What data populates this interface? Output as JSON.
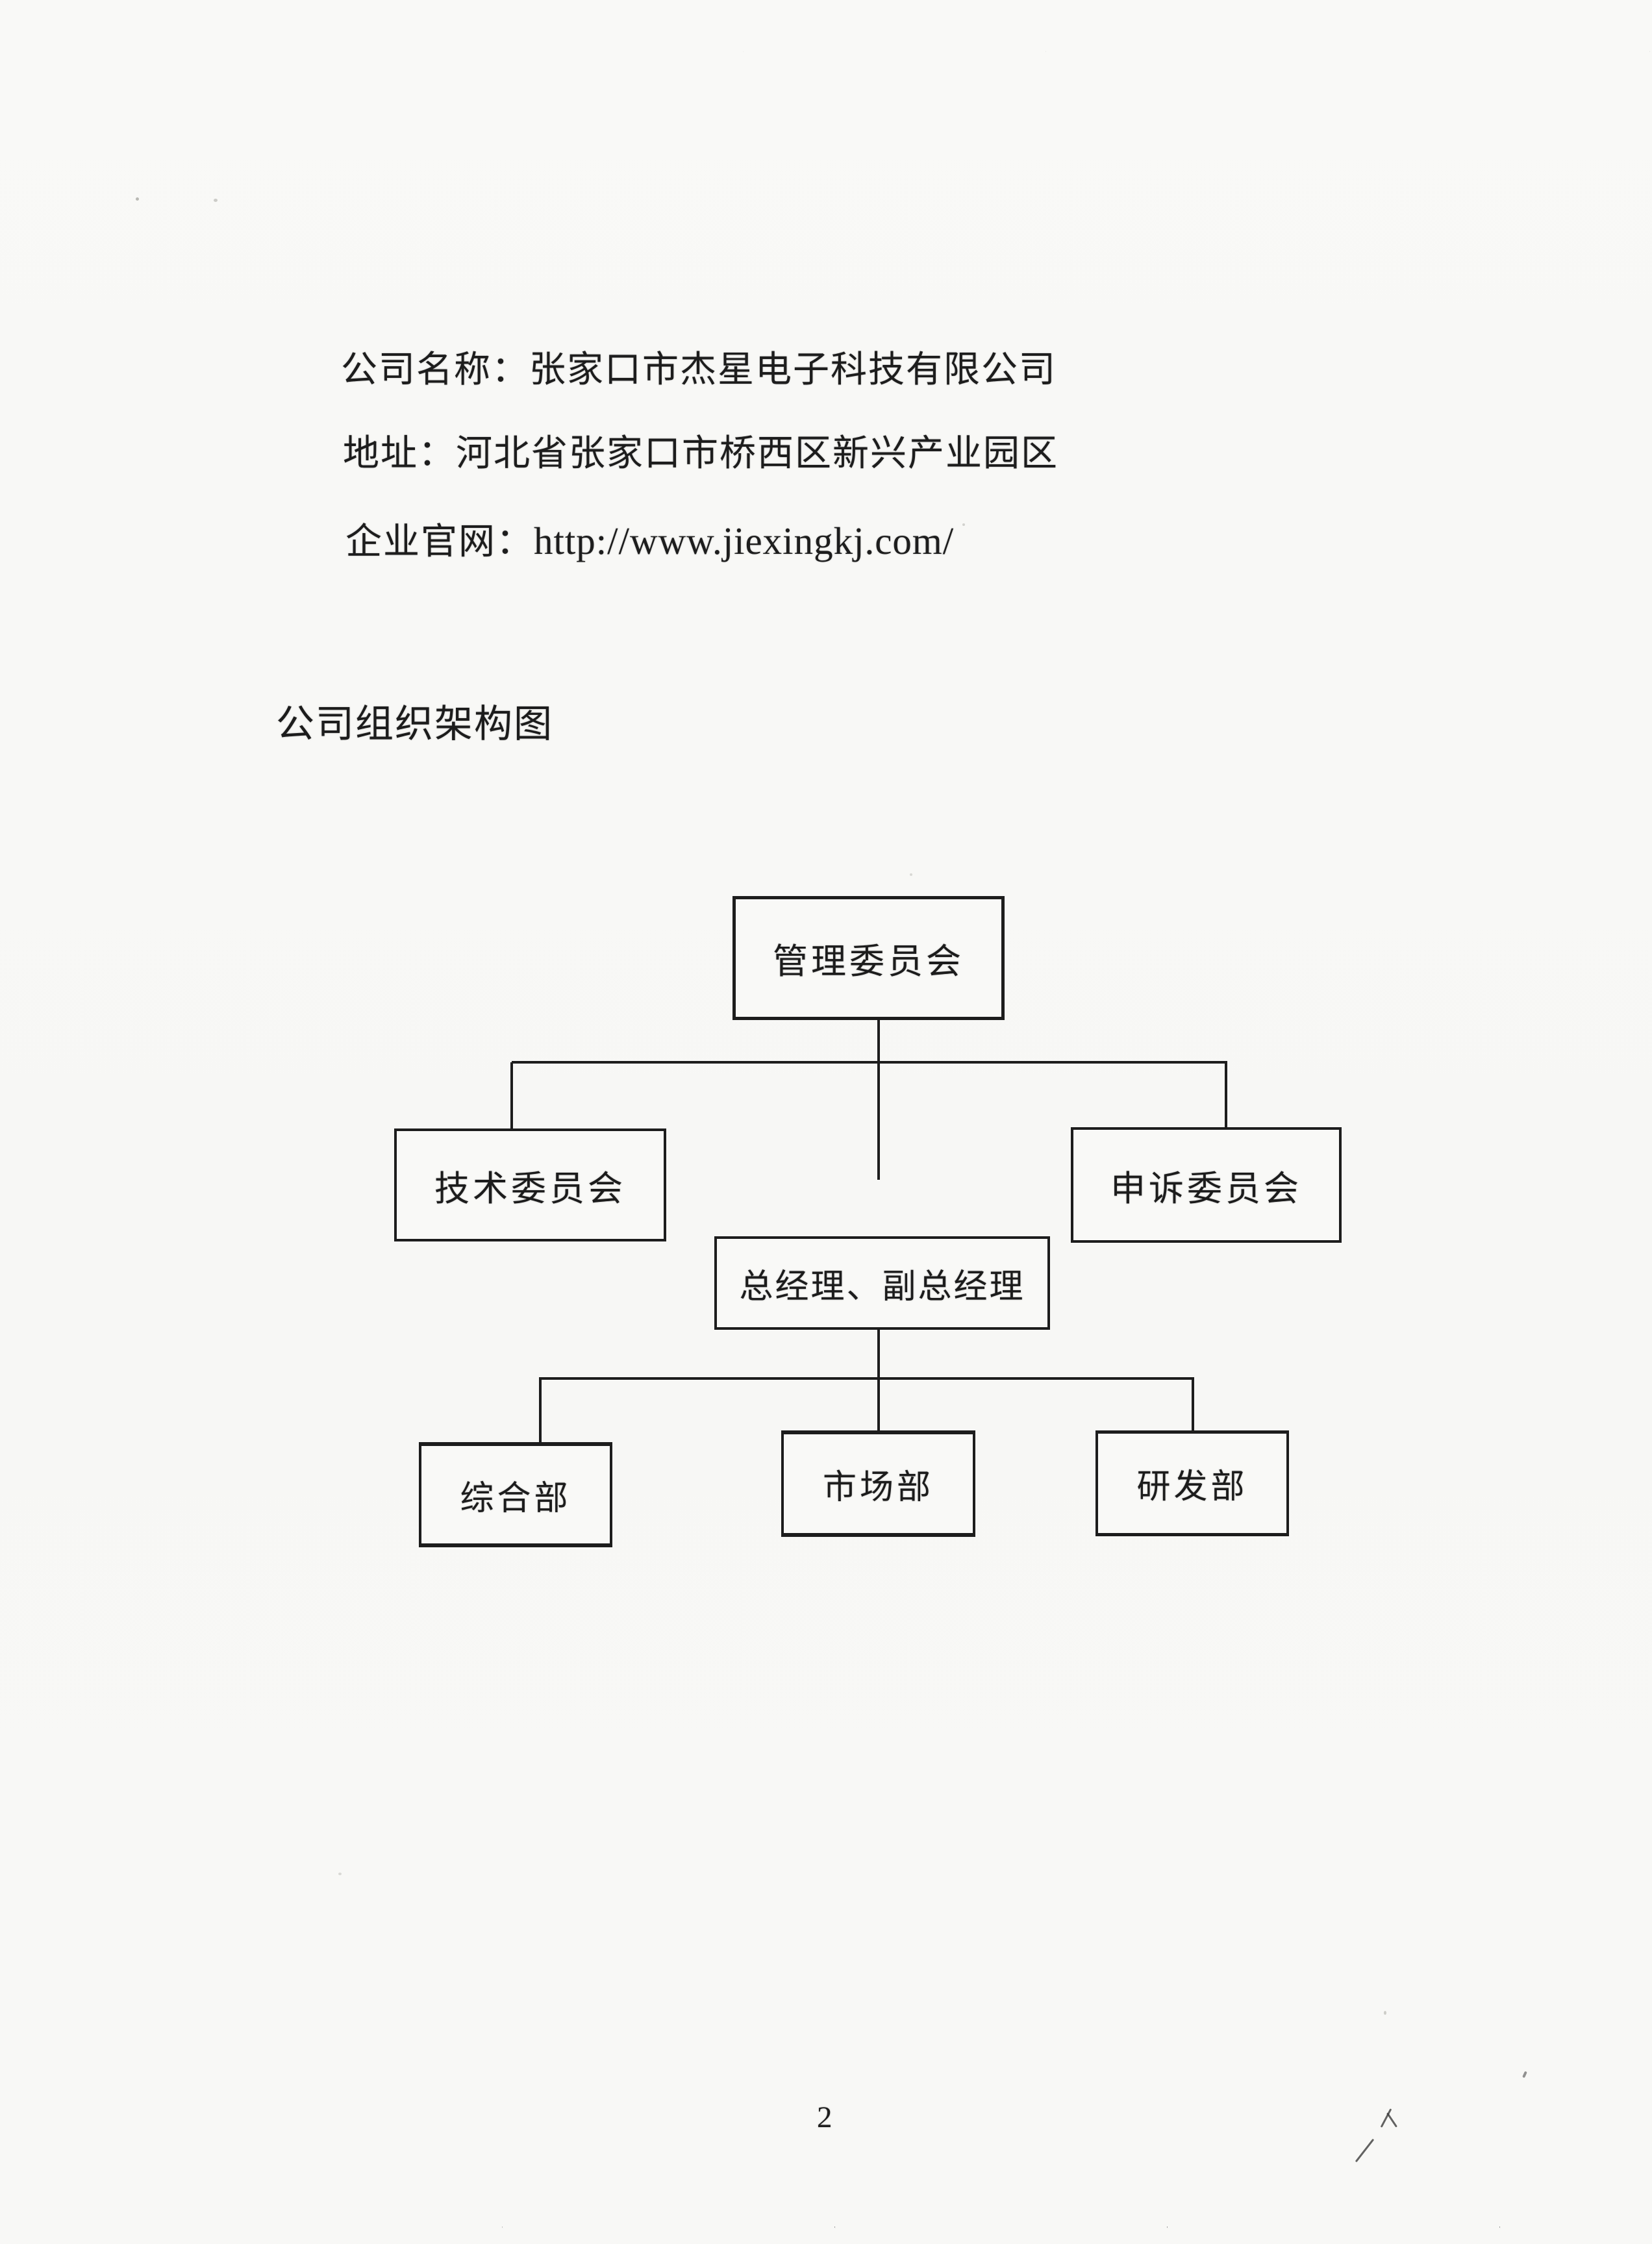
{
  "header_info": {
    "company_name_line": "公司名称：张家口市杰星电子科技有限公司",
    "address_line": "地址：河北省张家口市桥西区新兴产业园区",
    "website_label": "企业官网：",
    "website_url": "http://www.jiexingkj.com/"
  },
  "section_title": "公司组织架构图",
  "org_chart": {
    "level1": {
      "label": "管理委员会"
    },
    "level2": {
      "left": "技术委员会",
      "right": "申诉委员会"
    },
    "level3": {
      "label": "总经理、副总经理"
    },
    "departments": [
      "综合部",
      "市场部",
      "研发部"
    ]
  },
  "footer": {
    "page_number": "2"
  },
  "colors": {
    "ink": "#1d1d1d",
    "paper": "#f8f8f6"
  }
}
